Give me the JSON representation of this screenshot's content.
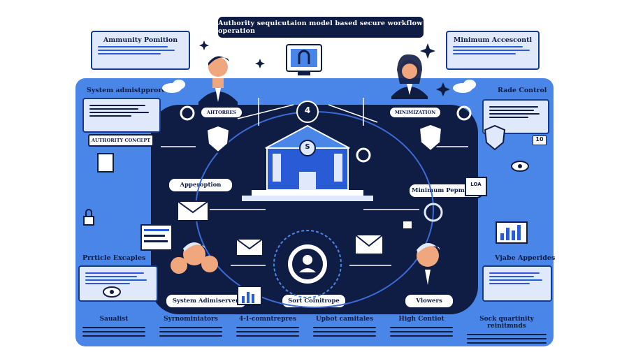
{
  "title": "Authority sequicutaion model based secure workflow operation",
  "cards": {
    "top_left": "Ammunity Pomition",
    "top_right": "Minimum Accescontl",
    "system_admin": "System admistpprores",
    "role_control": "Rade Control",
    "practice": "Prrticle Excaples",
    "viable": "Vjabe Apperides",
    "authority_concept": "AUTHORITY CONCEPT"
  },
  "tags": {
    "top_center_left": "AHTORRES",
    "top_center_right": "MINIMIZATION",
    "appropriation": "Apperoption",
    "minimum_permission": "Minimum Pepmition",
    "system_admins": "System Adimiserven",
    "sort_container": "Sort Coinitrope",
    "viewers": "Vlowers",
    "step_number": "4",
    "building_letter": "S",
    "code_10": "10",
    "code_loa": "LOA"
  },
  "bottom": [
    "Saualist",
    "Syrnominiators",
    "4-I-comntrepres",
    "Upbot camitales",
    "High Contiot",
    "Sock quartinity reinitmnds"
  ],
  "colors": {
    "navy": "#0f1d45",
    "blue": "#4a86e8",
    "light": "#dfe9fb",
    "accent": "#2a5bd7",
    "skin": "#f0a77d"
  },
  "icons": [
    "monitor-icon",
    "shield-icon",
    "building-icon",
    "lock-icon",
    "user-circle-icon",
    "envelope-icon",
    "gear-icon",
    "chart-icon",
    "document-icon",
    "eye-icon",
    "sparkle-icon",
    "cloud-icon",
    "key-icon"
  ]
}
